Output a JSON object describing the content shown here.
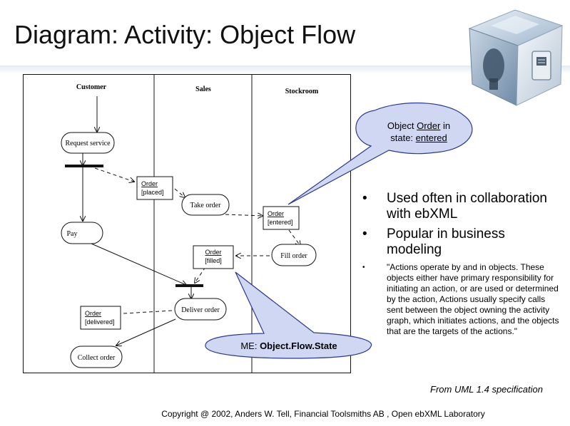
{
  "slide": {
    "title": "Diagram: Activity: Object Flow",
    "source_note": "From UML 1.4 specification",
    "footer": "Copyright @ 2002, Anders W. Tell, Financial Toolsmiths AB , Open ebXML Laboratory"
  },
  "diagram": {
    "swimlanes": [
      "Customer",
      "Sales",
      "Stockroom"
    ],
    "actions": {
      "request_service": "Request service",
      "take_order": "Take order",
      "pay": "Pay",
      "fill_order": "Fill order",
      "deliver_order": "Deliver order",
      "collect_order": "Collect order"
    },
    "objects": {
      "placed": {
        "name": "Order",
        "state": "[placed]"
      },
      "entered": {
        "name": "Order",
        "state": "[entered]"
      },
      "filled": {
        "name": "Order",
        "state": "[filled]"
      },
      "delivered": {
        "name": "Order",
        "state": "[delivered]"
      }
    }
  },
  "callouts": {
    "object_order": {
      "prefix": "Object ",
      "link1": "Order",
      "middle": " in",
      "line2_prefix": "state: ",
      "link2": "entered"
    },
    "me": {
      "prefix": "ME:  ",
      "bold": "Object.Flow.State"
    }
  },
  "bullets": {
    "dot": "•",
    "items": [
      "Used often in collaboration with ebXML",
      "Popular in business modeling"
    ],
    "quote": "\"Actions operate by and in objects. These objects either have primary responsibility for initiating an action, or are used or determined by the action, Actions usually specify calls sent between the object owning the activity graph, which initiates actions, and the objects that are the targets of the actions.\""
  },
  "colors": {
    "callout_fill": "#cfd7f2",
    "callout_stroke": "#2b3a8a",
    "accent_blue": "#2430a0"
  }
}
